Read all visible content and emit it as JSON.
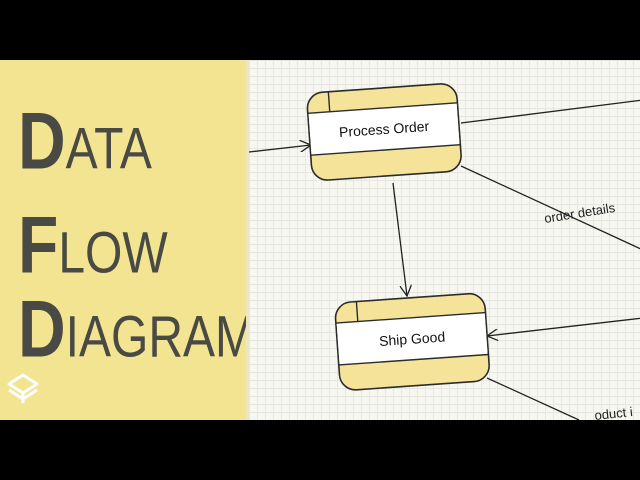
{
  "title": {
    "line1_cap": "D",
    "line1_rest": "ATA",
    "line2_cap": "F",
    "line2_rest": "LOW",
    "line3_cap": "D",
    "line3_rest": "IAGRAM"
  },
  "processes": [
    {
      "label": "Process Order"
    },
    {
      "label": "Ship Good"
    }
  ],
  "flows": {
    "order_details": "order details",
    "product_partial": "oduct i"
  },
  "colors": {
    "panel": "#f3e492",
    "process_fill": "#f5e39a",
    "process_stroke": "#2b2b2b",
    "title_text": "#4a4a44"
  }
}
